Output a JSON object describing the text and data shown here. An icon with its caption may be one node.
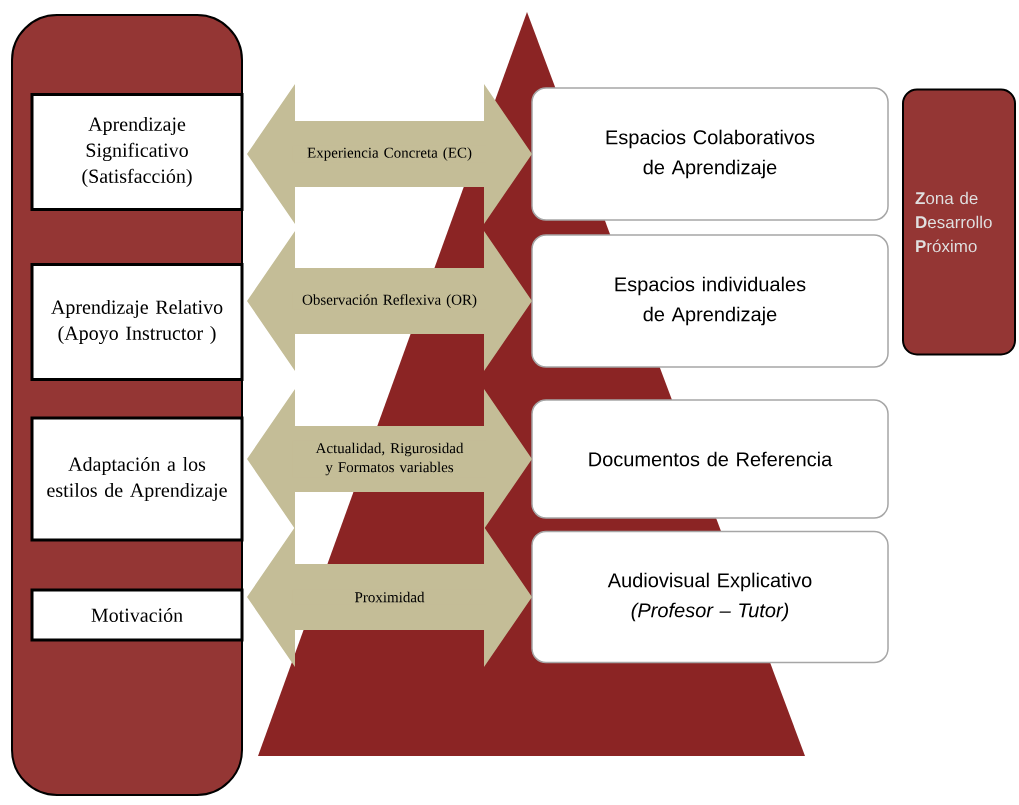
{
  "diagram": {
    "nodes": [
      {
        "text": [],
        "shape": "box"
      },
      {
        "text": [
          "Aprendizaje Significativo (Satisfacción)"
        ],
        "in": 0
      },
      {
        "text": [
          "Aprendizaje Relativo (Apoyo Instructor )"
        ],
        "in": 0
      },
      {
        "text": [
          "Adaptación a los estilos de Aprendizaje"
        ],
        "in": 0
      },
      {
        "text": [
          "Motivación"
        ],
        "in": 0
      },
      {
        "text": [
          "Espacios Colaborativos de Aprendizaje"
        ]
      },
      {
        "text": [
          "Espacios individuales de Aprendizaje"
        ]
      },
      {
        "text": [
          "Documentos de Referencia"
        ]
      },
      {
        "text": [
          "Audiovisual Explicativo",
          "(Profesor – Tutor)"
        ]
      },
      {
        "text": [
          "**Z**ona de **D**esarrollo **P**róximo"
        ]
      }
    ],
    "edges": [
      {
        "from": 1,
        "to": 5,
        "arrow": "both",
        "label": "Experiencia Concreta (EC)"
      },
      {
        "from": 2,
        "to": 6,
        "arrow": "both",
        "label": "Observación Reflexiva (OR)"
      },
      {
        "from": 3,
        "to": 7,
        "arrow": "both",
        "label": "Actualidad, Rigurosidad y Formatos variables"
      },
      {
        "from": 4,
        "to": 8,
        "arrow": "both",
        "label": "Proximidad"
      }
    ]
  }
}
